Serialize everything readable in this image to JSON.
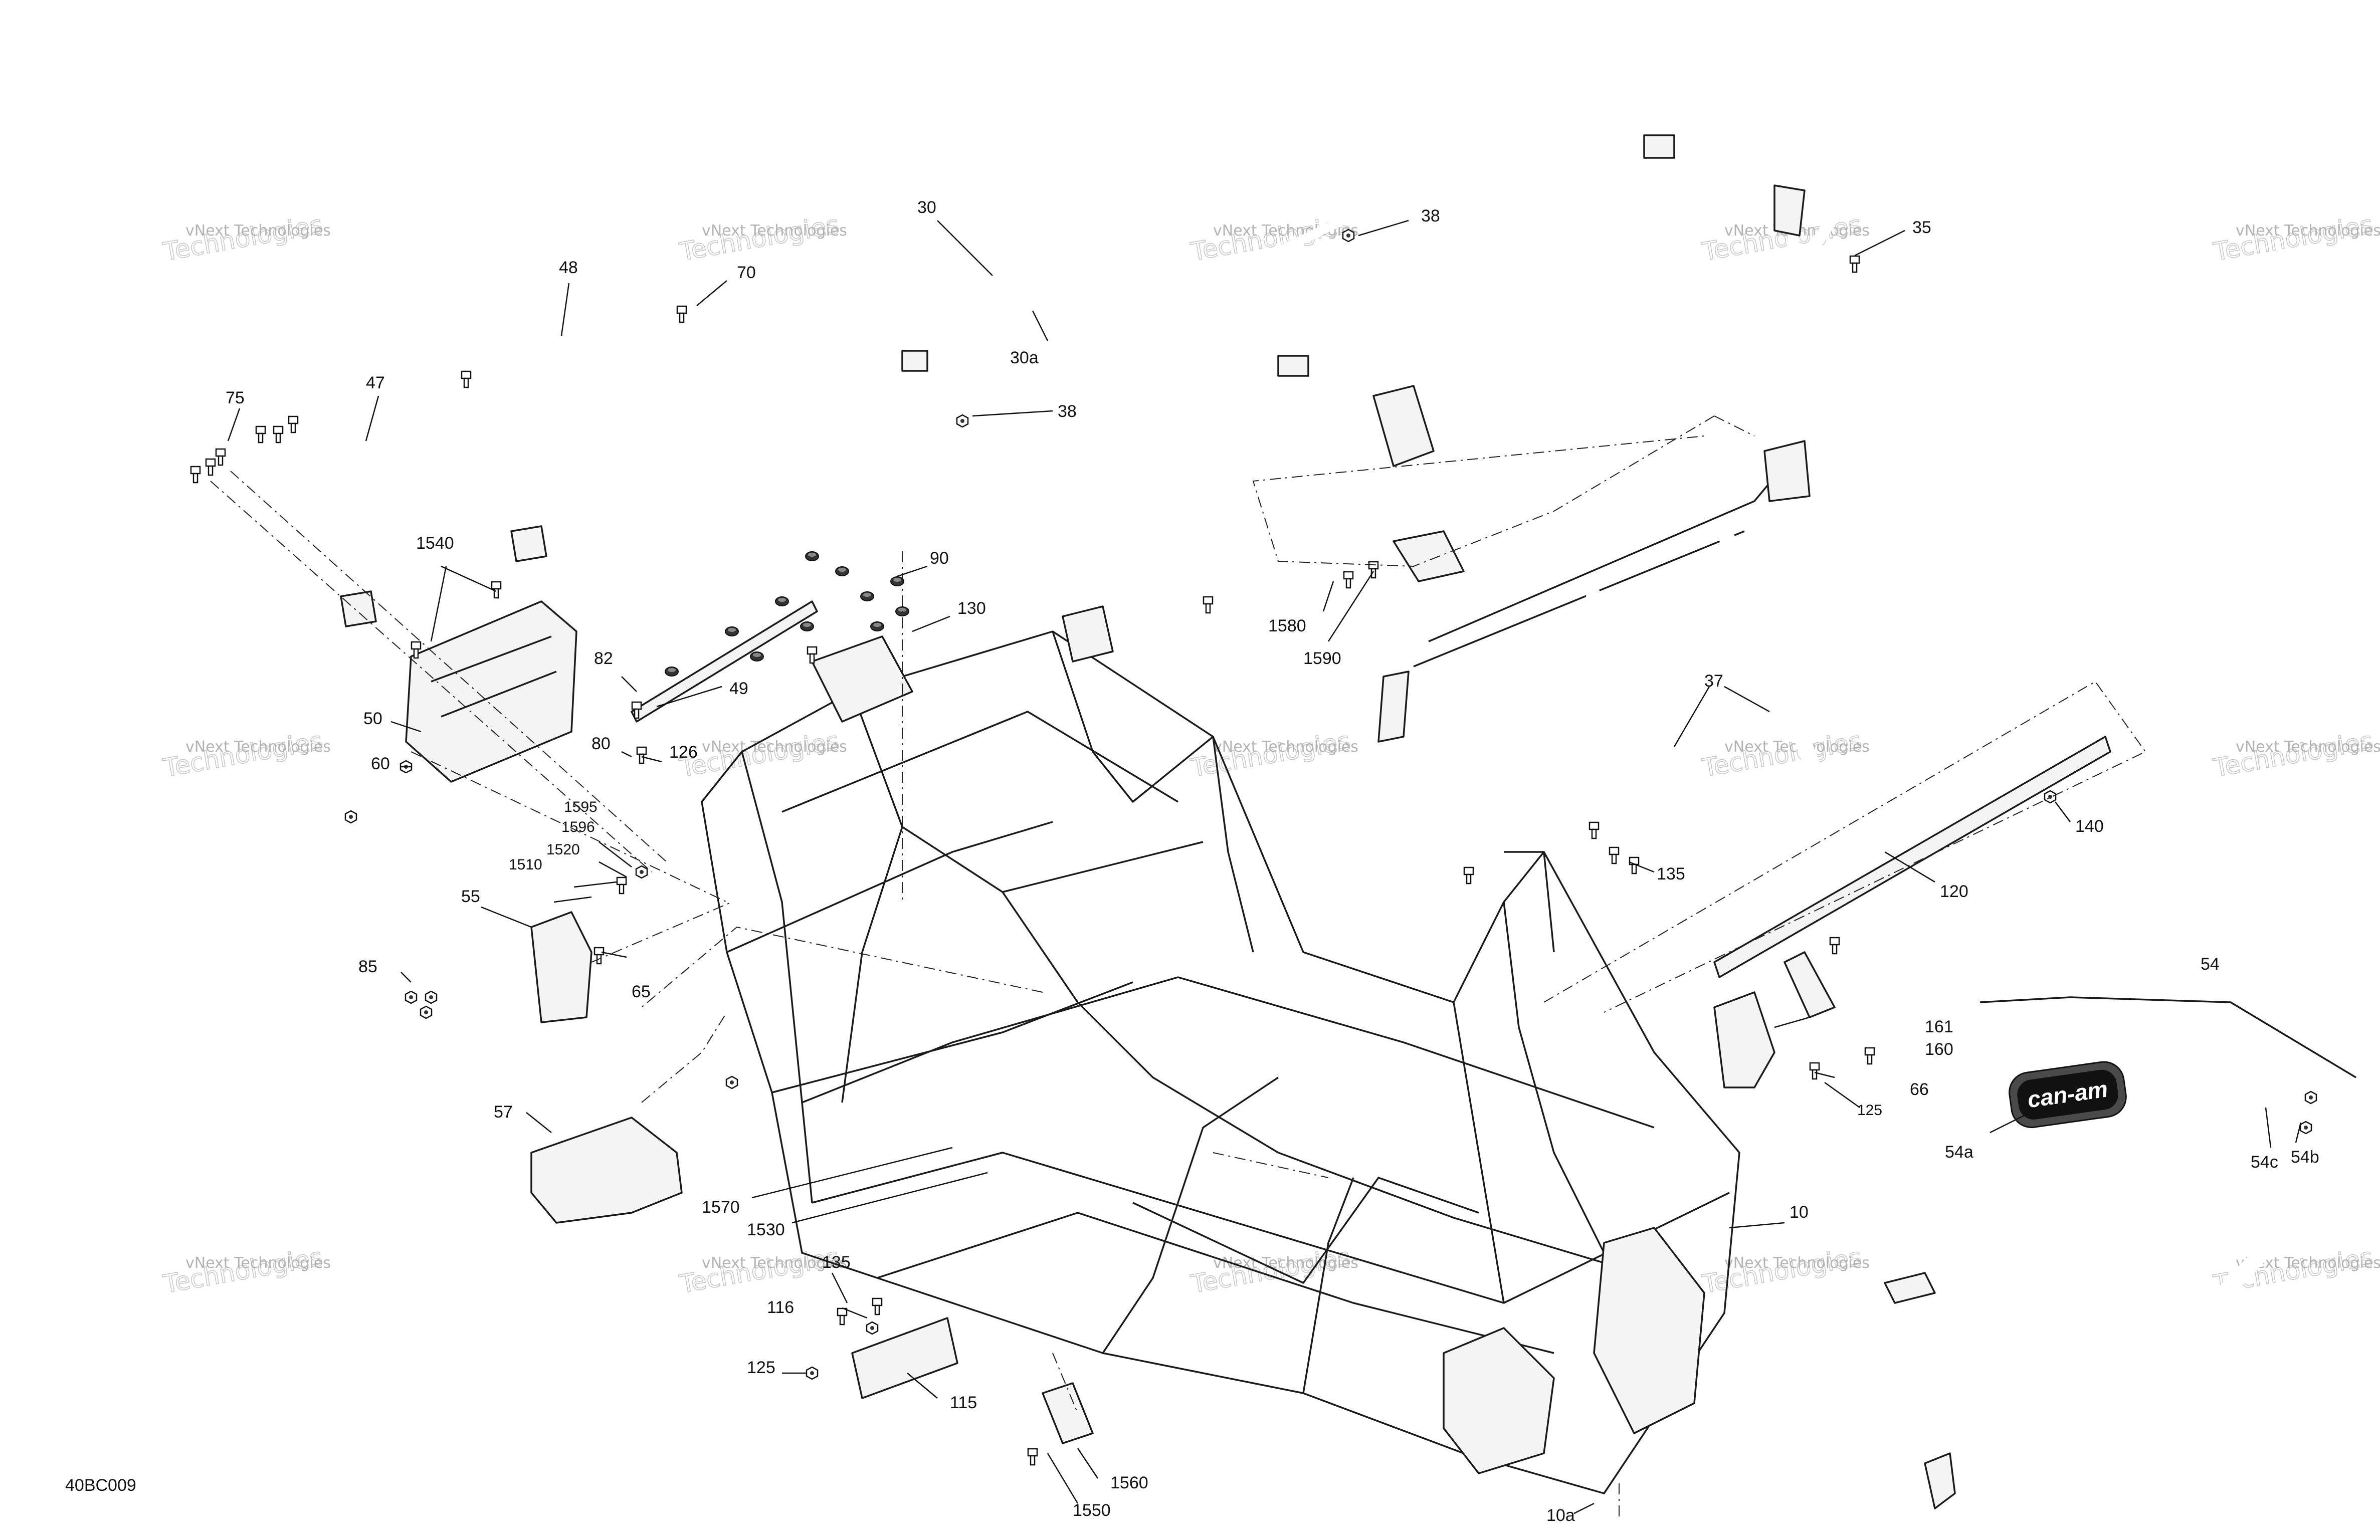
{
  "diagram_code": "40BC009",
  "brand_logo_text": "can-am",
  "watermark": {
    "line1": "vNext Technologies",
    "line2": "Technologies"
  },
  "callouts": {
    "c30": "30",
    "c30a": "30a",
    "c38a": "38",
    "c38b": "38",
    "c35": "35",
    "c48": "48",
    "c70": "70",
    "c47": "47",
    "c75": "75",
    "c1540": "1540",
    "c90": "90",
    "c130": "130",
    "c82": "82",
    "c49": "49",
    "c80": "80",
    "c126": "126",
    "c50": "50",
    "c60": "60",
    "c1595": "1595",
    "c1596": "1596",
    "c1520": "1520",
    "c1510": "1510",
    "c55": "55",
    "c85": "85",
    "c65": "65",
    "c57": "57",
    "c1580": "1580",
    "c1590": "1590",
    "c37": "37",
    "c140": "140",
    "c135a": "135",
    "c120": "120",
    "c161": "161",
    "c160": "160",
    "c66": "66",
    "c125a": "125",
    "c54": "54",
    "c54a": "54a",
    "c54c": "54c",
    "c54b": "54b",
    "c10": "10",
    "c1570": "1570",
    "c1530": "1530",
    "c135b": "135",
    "c116": "116",
    "c125b": "125",
    "c115": "115",
    "c1560": "1560",
    "c1550": "1550",
    "c10a": "10a"
  }
}
